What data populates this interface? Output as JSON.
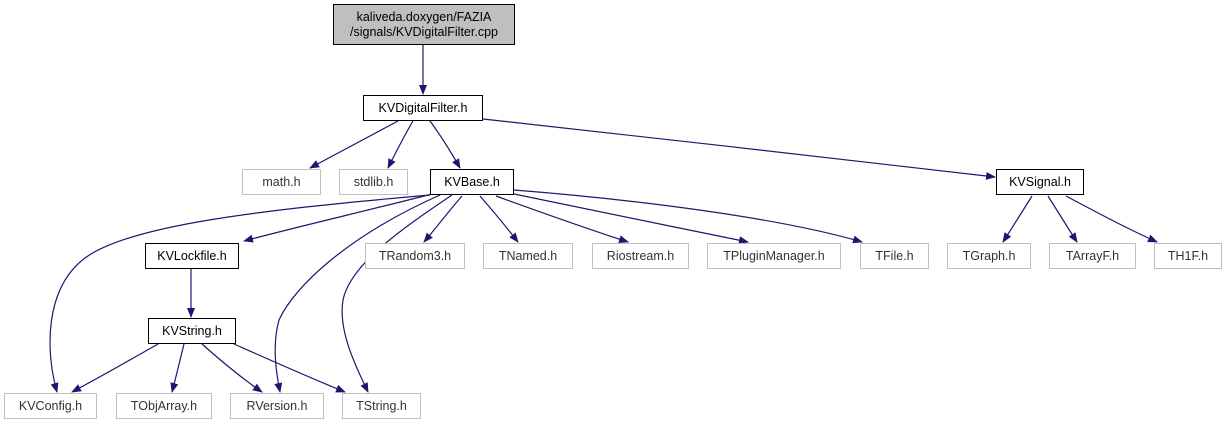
{
  "nodes": {
    "root_line1": "kaliveda.doxygen/FAZIA",
    "root_line2": "/signals/KVDigitalFilter.cpp",
    "kvdigitalfilter": "KVDigitalFilter.h",
    "math": "math.h",
    "stdlib": "stdlib.h",
    "kvbase": "KVBase.h",
    "kvsignal": "KVSignal.h",
    "kvlockfile": "KVLockfile.h",
    "trandom3": "TRandom3.h",
    "tnamed": "TNamed.h",
    "riostream": "Riostream.h",
    "tpluginmanager": "TPluginManager.h",
    "tfile": "TFile.h",
    "tgraph": "TGraph.h",
    "tarrayf": "TArrayF.h",
    "th1f": "TH1F.h",
    "kvstring": "KVString.h",
    "kvconfig": "KVConfig.h",
    "tobjarray": "TObjArray.h",
    "rversion": "RVersion.h",
    "tstring": "TString.h"
  },
  "colors": {
    "edge": "#191970",
    "root_fill": "#bfbfbf",
    "local_border": "#000000",
    "external_border": "#bfbfbf"
  }
}
